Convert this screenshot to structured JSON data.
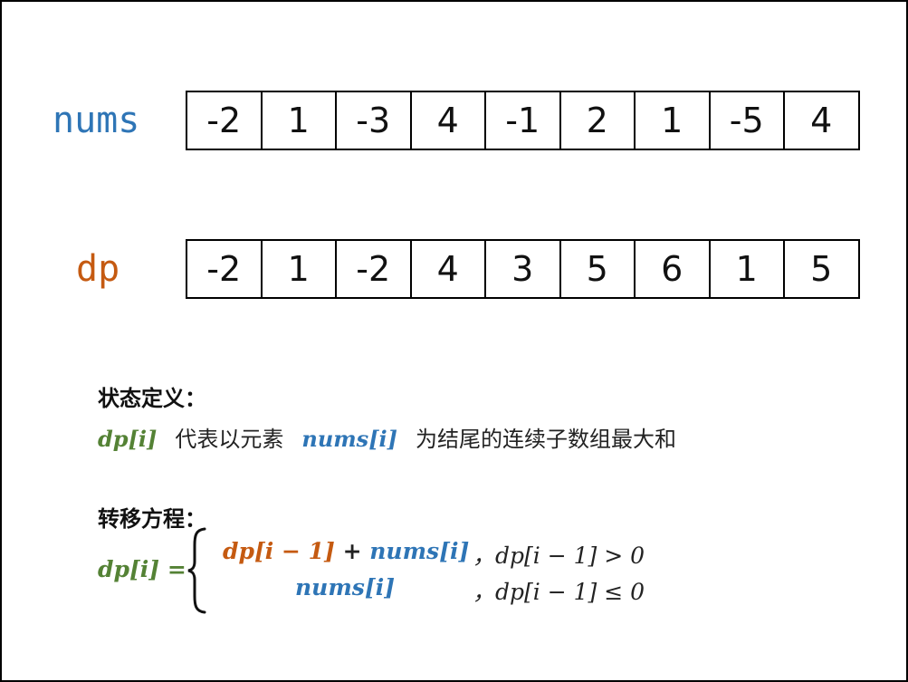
{
  "labels": {
    "nums": "nums",
    "dp": "dp"
  },
  "nums_values": [
    "-2",
    "1",
    "-3",
    "4",
    "-1",
    "2",
    "1",
    "-5",
    "4"
  ],
  "dp_values": [
    "-2",
    "1",
    "-2",
    "4",
    "3",
    "5",
    "6",
    "1",
    "5"
  ],
  "state_definition": {
    "heading": "状态定义：",
    "dp_term": "dp[i]",
    "text1": "代表以元素",
    "nums_term": "nums[i]",
    "text2": "为结尾的连续子数组最大和"
  },
  "transition": {
    "heading": "转移方程：",
    "lhs": "dp[i] =",
    "case1_dp": "dp[i − 1]",
    "case1_plus": " + ",
    "case1_nums": "nums[i]",
    "case1_cond": "，dp[i − 1] > 0",
    "case2_nums": "nums[i]",
    "case2_cond": "，dp[i − 1] ≤ 0"
  },
  "colors": {
    "nums": "#2e75b6",
    "dp": "#c55a11",
    "dp_def": "#548235"
  }
}
